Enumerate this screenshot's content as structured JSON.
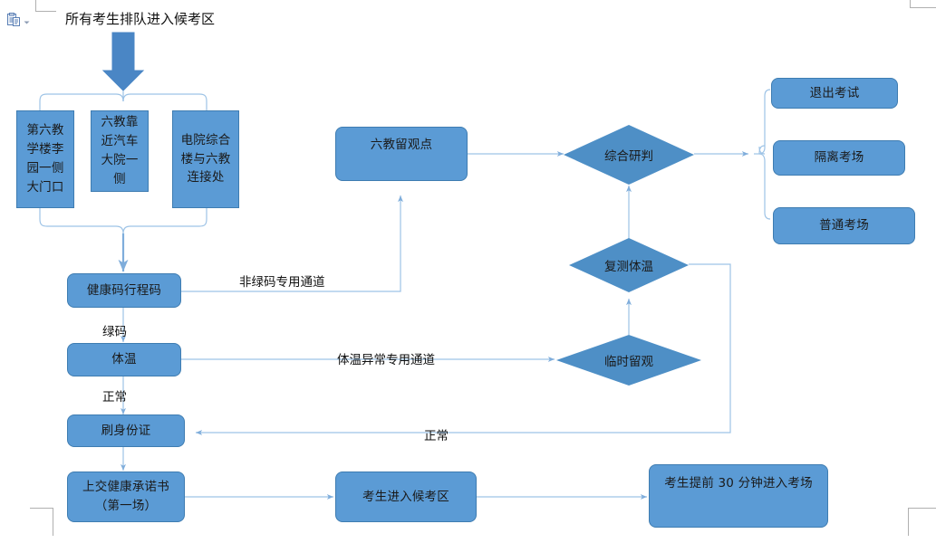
{
  "document": {
    "title_text": "所有考生排队进入候考区",
    "paste_icon": "clipboard-paste-icon",
    "paste_dropdown_icon": "chevron-down-icon"
  },
  "theme": {
    "shape_fill": "#5B9BD5",
    "diamond_fill": "#4E8FC6",
    "shape_border": "#3E7CB1",
    "connector": "#9DC3E6",
    "arrow_fill": "#4A86C5",
    "page_mark": "#b0b0b0",
    "text": "#1a1a1a"
  },
  "nodes": {
    "entry_points": [
      {
        "id": "gate1",
        "label": "第六教学楼李园一侧大门口"
      },
      {
        "id": "gate2",
        "label": "六教靠近汽车大院一侧"
      },
      {
        "id": "gate3",
        "label": "电院综合楼与六教连接处"
      }
    ],
    "health_code": {
      "label": "健康码行程码"
    },
    "temperature": {
      "label": "体温"
    },
    "id_scan": {
      "label": "刷身份证"
    },
    "pledge": {
      "label": "上交健康承诺书（第一场）"
    },
    "waiting_area": {
      "label": "考生进入候考区"
    },
    "enter_room": {
      "label": "考生提前 30 分钟进入考场"
    },
    "observation": {
      "label": "六教留观点"
    },
    "exit_exam": {
      "label": "退出考试"
    },
    "isolation_room": {
      "label": "隔离考场"
    },
    "normal_room": {
      "label": "普通考场"
    }
  },
  "decisions": {
    "comprehensive": {
      "label": "综合研判"
    },
    "retest_temp": {
      "label": "复测体温"
    },
    "temp_hold": {
      "label": "临时留观"
    }
  },
  "edge_labels": {
    "non_green_code": "非绿码专用通道",
    "green_code": "绿码",
    "normal_temp": "正常",
    "abnormal_temp": "体温异常专用通道",
    "normal_return": "正常"
  }
}
